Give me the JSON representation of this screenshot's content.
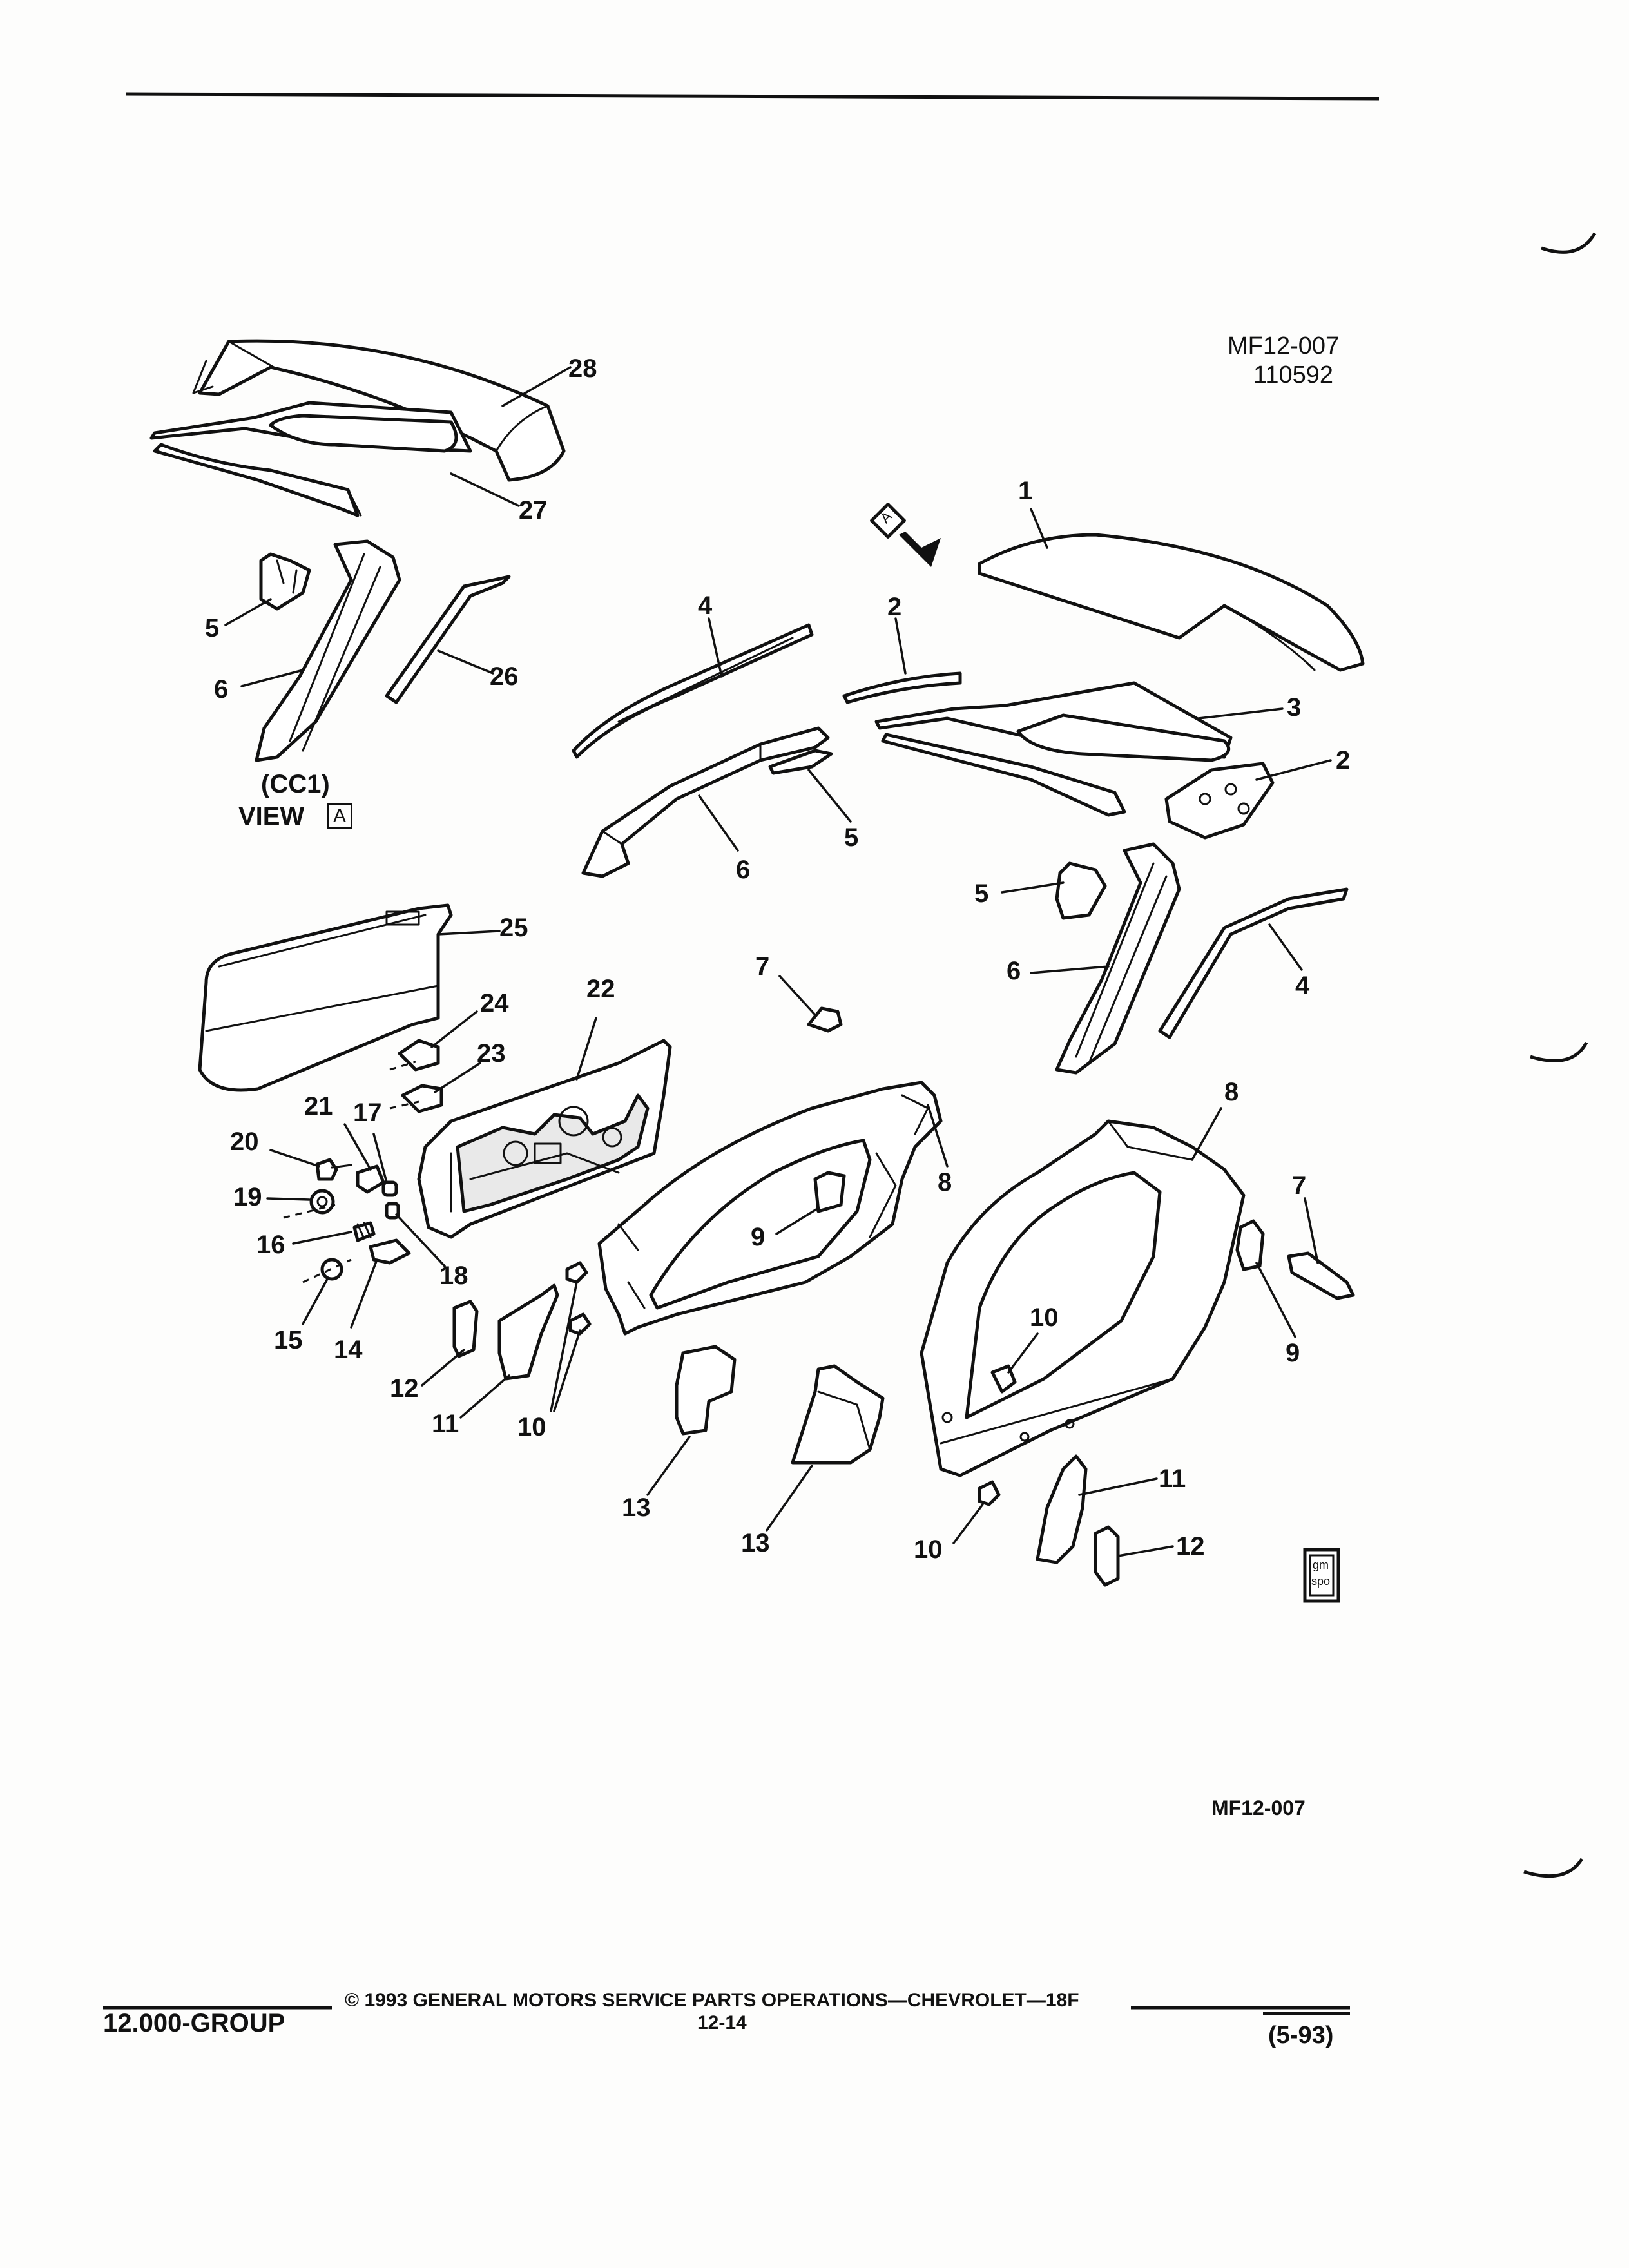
{
  "header": {
    "figure_code": "MF12-007",
    "figure_number": "110592"
  },
  "diagram": {
    "view_label": {
      "model": "(CC1)",
      "view": "VIEW",
      "view_marker": "A"
    },
    "direction_marker": "A",
    "callouts": [
      "1",
      "2",
      "2",
      "3",
      "4",
      "4",
      "5",
      "5",
      "5",
      "6",
      "6",
      "6",
      "7",
      "7",
      "8",
      "8",
      "9",
      "9",
      "10",
      "10",
      "10",
      "11",
      "11",
      "12",
      "12",
      "13",
      "13",
      "14",
      "15",
      "16",
      "17",
      "18",
      "19",
      "20",
      "21",
      "22",
      "23",
      "24",
      "25",
      "26",
      "27",
      "28"
    ],
    "badge": {
      "top": "gm",
      "bottom": "spo"
    },
    "bottom_code": "MF12-007"
  },
  "footer": {
    "group": "12.000-GROUP",
    "copyright": "©  1993  GENERAL MOTORS SERVICE PARTS OPERATIONS—CHEVROLET—18F",
    "page_number": "12-14",
    "revision": "(5-93)"
  }
}
